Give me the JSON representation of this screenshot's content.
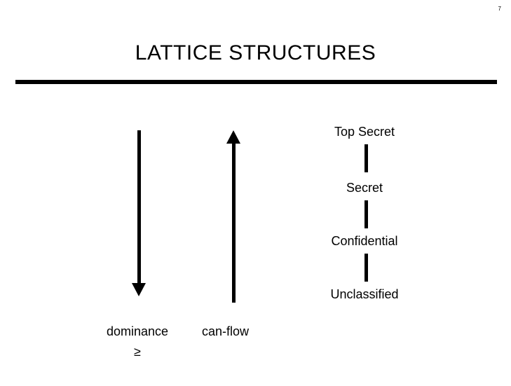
{
  "slide": {
    "page_number": "7",
    "title": "LATTICE STRUCTURES",
    "lattice": {
      "levels": [
        {
          "label": "Top Secret"
        },
        {
          "label": "Secret"
        },
        {
          "label": "Confidential"
        },
        {
          "label": "Unclassified"
        }
      ]
    },
    "arrows": {
      "dominance": {
        "caption": "dominance",
        "symbol": "≥",
        "direction": "down"
      },
      "can_flow": {
        "caption": "can-flow",
        "direction": "up"
      }
    },
    "colors": {
      "ink": "#000000",
      "background": "#ffffff"
    }
  }
}
